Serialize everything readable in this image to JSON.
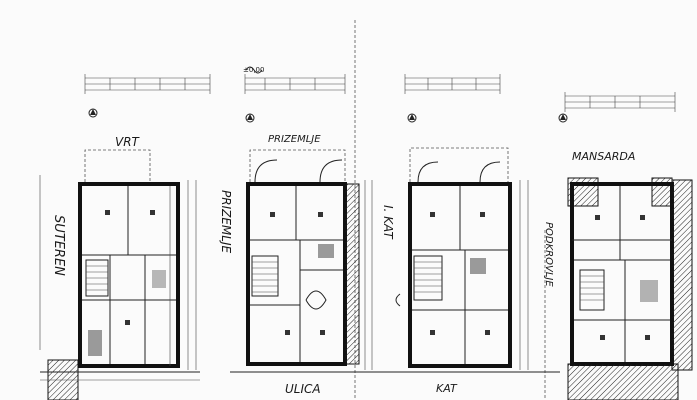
{
  "labels": {
    "suteren": "SUTEREN",
    "vrt": "VRT",
    "prizemlje_side": "PRIZEMLJE",
    "prizemlje_top": "PRIZEMLJE",
    "kat_side": "I. KAT",
    "podkrovlje": "PODKROVLJE",
    "mansarda": "MANSARDA",
    "ulica": "ULICA",
    "kat_bottom": "KAT",
    "level": "±0,00"
  },
  "colors": {
    "ink": "#111111",
    "paper": "#fbfbfb",
    "shade": "#9a9a9a"
  }
}
